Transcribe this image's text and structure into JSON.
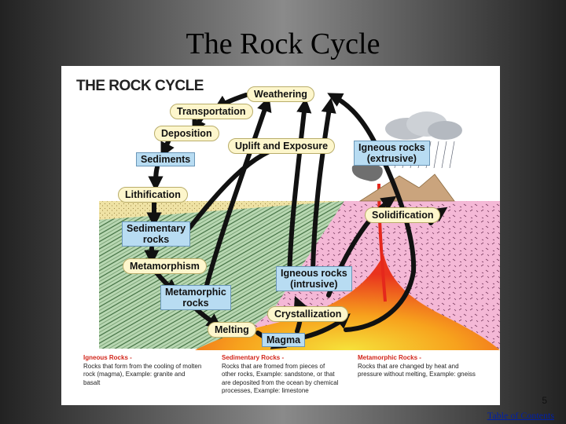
{
  "slide": {
    "title": "The Rock Cycle",
    "page_number": "5",
    "toc_link": "Table of Contents"
  },
  "diagram": {
    "title": "THE ROCK CYCLE",
    "labels": {
      "weathering": "Weathering",
      "transportation": "Transportation",
      "deposition": "Deposition",
      "uplift": "Uplift and Exposure",
      "sediments": "Sediments",
      "igneous_extrusive_1": "Igneous rocks",
      "igneous_extrusive_2": "(extrusive)",
      "lithification": "Lithification",
      "solidification": "Solidification",
      "sedimentary_1": "Sedimentary",
      "sedimentary_2": "rocks",
      "metamorphism": "Metamorphism",
      "igneous_intrusive_1": "Igneous rocks",
      "igneous_intrusive_2": "(intrusive)",
      "metamorphic_1": "Metamorphic",
      "metamorphic_2": "rocks",
      "crystallization": "Crystallization",
      "melting": "Melting",
      "magma": "Magma"
    },
    "legend": {
      "igneous": {
        "heading": "Igneous Rocks -",
        "lines": [
          "Rocks that form from the cooling of molten",
          "rock (magma), Example: granite and",
          "basalt"
        ]
      },
      "sedimentary": {
        "heading": "Sedimentary Rocks -",
        "lines": [
          "Rocks that are fromed from pieces of",
          "other rocks, Example: sandstone, or that",
          "are deposited from the ocean by chemical",
          "processes, Example: limestone"
        ]
      },
      "metamorphic": {
        "heading": "Metamorphic Rocks -",
        "lines": [
          "Rocks that are changed by heat and",
          "pressure without melting, Example: gneiss"
        ]
      }
    }
  }
}
